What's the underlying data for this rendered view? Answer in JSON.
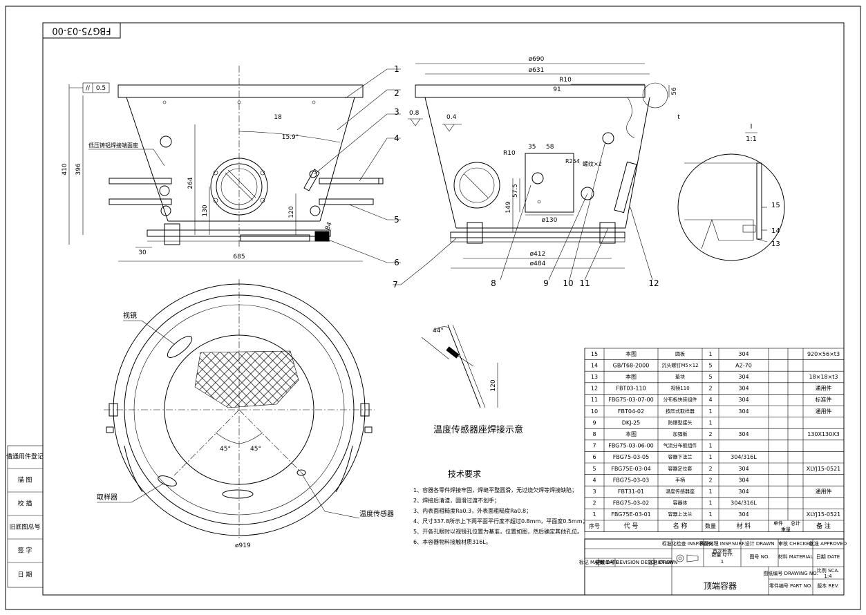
{
  "drawing": {
    "number": "FBG75-03-00",
    "title": "顶端容器",
    "tolerance": {
      "symbol": "//",
      "value": "0.5"
    }
  },
  "front_view": {
    "part_numbers": [
      "1",
      "2",
      "3",
      "4",
      "5",
      "6",
      "7"
    ],
    "annotations": {
      "note": "低压铸铝焊接端面座",
      "angle": "15.9°"
    },
    "dims": {
      "height_total": "410",
      "height_inner": "396",
      "h264": "264",
      "h130": "130",
      "h120": "120",
      "h84": "84",
      "h18": "18",
      "w30": "30",
      "w685": "685"
    }
  },
  "side_view": {
    "part_numbers": [
      "8",
      "9",
      "10",
      "11",
      "12"
    ],
    "dims": {
      "d690": "ø690",
      "d631": "ø631",
      "r10a": "R10",
      "w91": "91",
      "h56": "56",
      "t": "t",
      "ra08": "0.8",
      "ra04": "0.4",
      "r10b": "R10",
      "w35": "35",
      "w58": "58",
      "r254": "R254",
      "r254_extra": "螺纹×2",
      "h57": "57.5",
      "h149": "149",
      "d130": "ø130",
      "d412": "ø412",
      "d484": "ø484"
    }
  },
  "detail_view": {
    "label": "I",
    "scale": "1:1",
    "part_numbers": [
      "15",
      "14",
      "13"
    ]
  },
  "sensor_detail": {
    "angle": "44°",
    "dim": "120",
    "caption": "温度传感器座焊接示意"
  },
  "plan_view": {
    "labels": {
      "sight_glass": "视镜",
      "sampler": "取样器",
      "temp_sensor": "温度传感器"
    },
    "angle_a": "45°",
    "angle_b": "45°",
    "diameter": "ø919"
  },
  "tech_requirements": {
    "heading": "技术要求",
    "items": [
      "1、容器各零件焊接牢固，焊缝平整圆滑，无过烧欠焊等焊接缺陷；",
      "2、焊接后清渣，圆滑过渡不划手；",
      "3、内表面粗糙度Ra0.3，外表面粗糙度Ra0.8；",
      "4、尺寸337.8所示上下两平面平行度不超过0.8mm，平面度0.5mm；",
      "5、开各孔眼时以视镜孔位置为基准，位置如图，然后确定其他孔位。",
      "6、本容器物料接触材质316L。"
    ]
  },
  "left_strip": [
    "借通用件登记",
    "描 图",
    "校 描",
    "旧底图总号",
    "签 字",
    "日 期"
  ],
  "bom": {
    "headers": [
      "序号",
      "代 号",
      "名 称",
      "数量",
      "材 料",
      "单件",
      "总计",
      "备 注"
    ],
    "weight_label": "重量",
    "rows": [
      [
        "15",
        "本图",
        "圆板",
        "1",
        "304",
        "920×56×t3"
      ],
      [
        "14",
        "GB/T68-2000",
        "沉头螺钉M5×12",
        "5",
        "A2-70",
        ""
      ],
      [
        "13",
        "本图",
        "垫块",
        "5",
        "304",
        "18×18×t3"
      ],
      [
        "12",
        "FBT03-110",
        "视镜110",
        "2",
        "304",
        "通用件"
      ],
      [
        "11",
        "FBG75-03-07-00",
        "分布板快装组件",
        "4",
        "304",
        "标准件"
      ],
      [
        "10",
        "FBT04-02",
        "按压式取样器",
        "1",
        "304",
        "通用件"
      ],
      [
        "9",
        "DKJ-25",
        "防爆型接头",
        "1",
        "",
        ""
      ],
      [
        "8",
        "本图",
        "加强板",
        "2",
        "304",
        "130X130X3"
      ],
      [
        "7",
        "FBG75-03-06-00",
        "气流分布板组件",
        "1",
        "",
        ""
      ],
      [
        "6",
        "FBG75-03-05",
        "容器下法兰",
        "1",
        "304/316L",
        ""
      ],
      [
        "5",
        "FBG75E-03-04",
        "容器定位套",
        "2",
        "304",
        "XLYJ15-0521"
      ],
      [
        "4",
        "FBG75-03-03",
        "手柄",
        "2",
        "304",
        ""
      ],
      [
        "3",
        "FBT31-01",
        "温度传感器座",
        "1",
        "304",
        "通用件"
      ],
      [
        "2",
        "FBG75-03-02",
        "容器体",
        "1",
        "304/316L",
        ""
      ],
      [
        "1",
        "FBG75E-03-01",
        "容器上法兰",
        "1",
        "304",
        "XLYJ15-0521"
      ]
    ]
  },
  "title_block": {
    "inspect_mark": "标准化检查 INSP.MARK",
    "inspect_surf": "表面处理 INSP.SURF.",
    "inspect_surf_extra": "首次检查",
    "drawn": "设计 DRAWN",
    "checked": "审核 CHECKED",
    "approved": "批准 APPROVED",
    "qty_label": "数量 QTY.",
    "qty_value": "1",
    "no": "图号 NO.",
    "material": "材料 MATERIAL",
    "date": "日期 DATE",
    "mark": "标记 MARK",
    "rev_date": "日期 DATE",
    "rev_desc": "更改单号 REVISION DESCRIPTION",
    "rev_drawn": "签名 DRAWN",
    "drawing_no": "图纸编号 DRAWING NO.",
    "part_no": "零件编号 PART NO.",
    "scale_label": "比例 SCA.",
    "scale_value": "1:4",
    "rev": "版本 REV."
  }
}
